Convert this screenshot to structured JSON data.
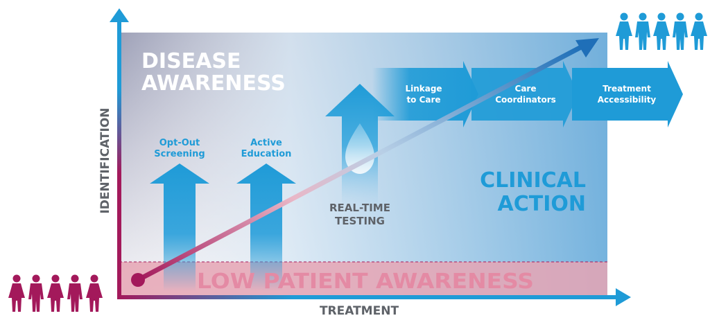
{
  "axes": {
    "y_label": "IDENTIFICATION",
    "x_label": "TREATMENT"
  },
  "regions": {
    "disease_awareness": [
      "DISEASE",
      "AWARENESS"
    ],
    "clinical_action": [
      "CLINICAL",
      "ACTION"
    ],
    "low_patient_awareness": "LOW PATIENT AWARENESS"
  },
  "up_arrows": [
    {
      "lines": [
        "Opt-Out",
        "Screening"
      ]
    },
    {
      "lines": [
        "Active",
        "Education"
      ]
    },
    {
      "lines": [
        "REAL-TIME",
        "TESTING"
      ]
    }
  ],
  "right_arrows": [
    {
      "lines": [
        "Linkage",
        "to Care"
      ]
    },
    {
      "lines": [
        "Care",
        "Coordinators"
      ]
    },
    {
      "lines": [
        "Treatment",
        "Accessibility"
      ]
    }
  ],
  "people": {
    "low_group_icon": "person-group-icon",
    "high_group_icon": "person-group-icon",
    "low_color": "#a3195b",
    "high_color": "#1f9bd7"
  },
  "colors": {
    "accent_blue": "#1f9bd7",
    "magenta": "#a3195b",
    "pink_band": "#e6a4b4"
  }
}
